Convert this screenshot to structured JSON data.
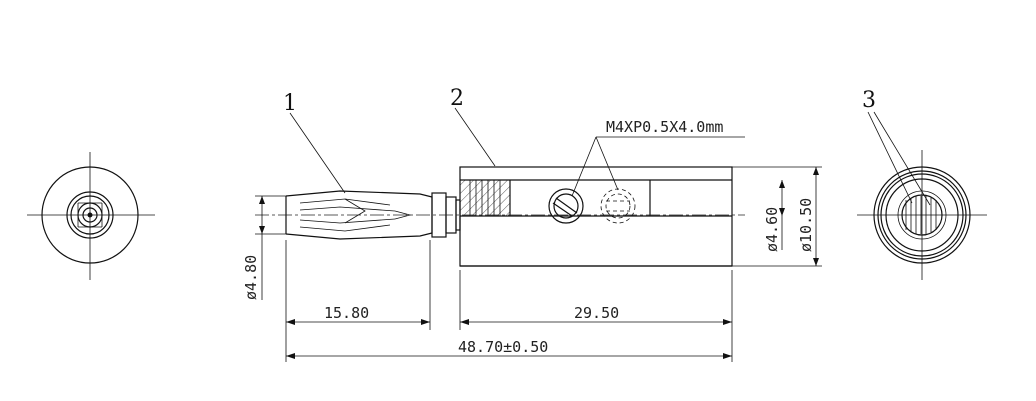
{
  "callouts": {
    "part1": "1",
    "part2": "2",
    "part3": "3"
  },
  "dimensions": {
    "thread": "M4XP0.5X4.0mm",
    "dia_plug": "ø4.80",
    "dia_bore": "ø4.60",
    "dia_body": "ø10.50",
    "len_plug": "15.80",
    "len_body": "29.50",
    "len_total": "48.70±0.50"
  }
}
